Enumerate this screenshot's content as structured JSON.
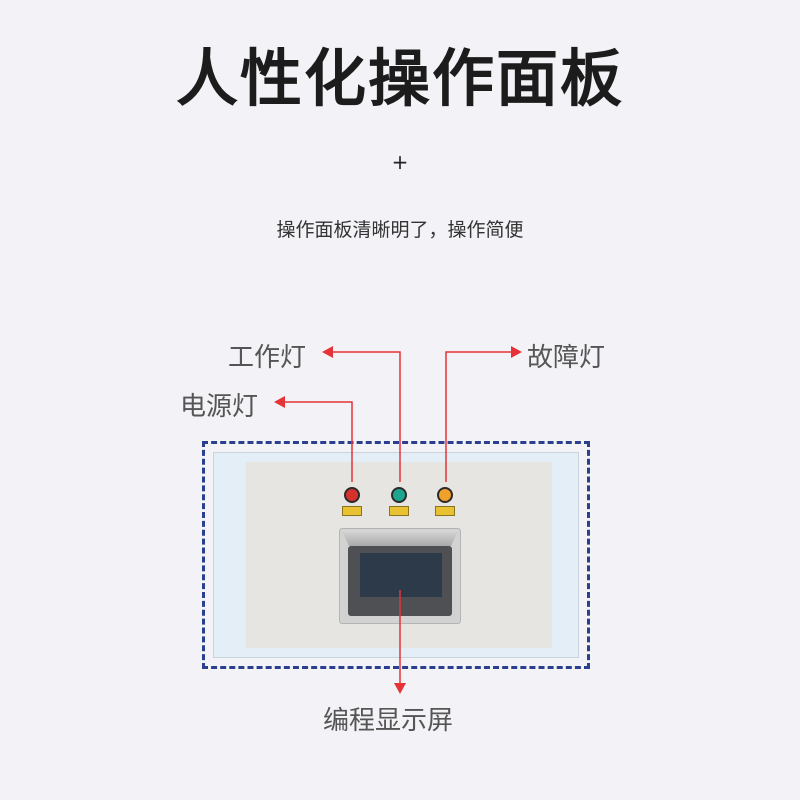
{
  "header": {
    "title": "人性化操作面板",
    "plus": "+",
    "subtitle": "操作面板清晰明了，操作简便"
  },
  "callouts": {
    "work_light": "工作灯",
    "power_light": "电源灯",
    "fault_light": "故障灯",
    "display": "编程显示屏"
  },
  "colors": {
    "accent_line": "#e53337",
    "frame_border": "#2c3f8f",
    "power_light": "#d6322c",
    "work_light": "#1ea58f",
    "fault_light": "#f0a12a"
  }
}
